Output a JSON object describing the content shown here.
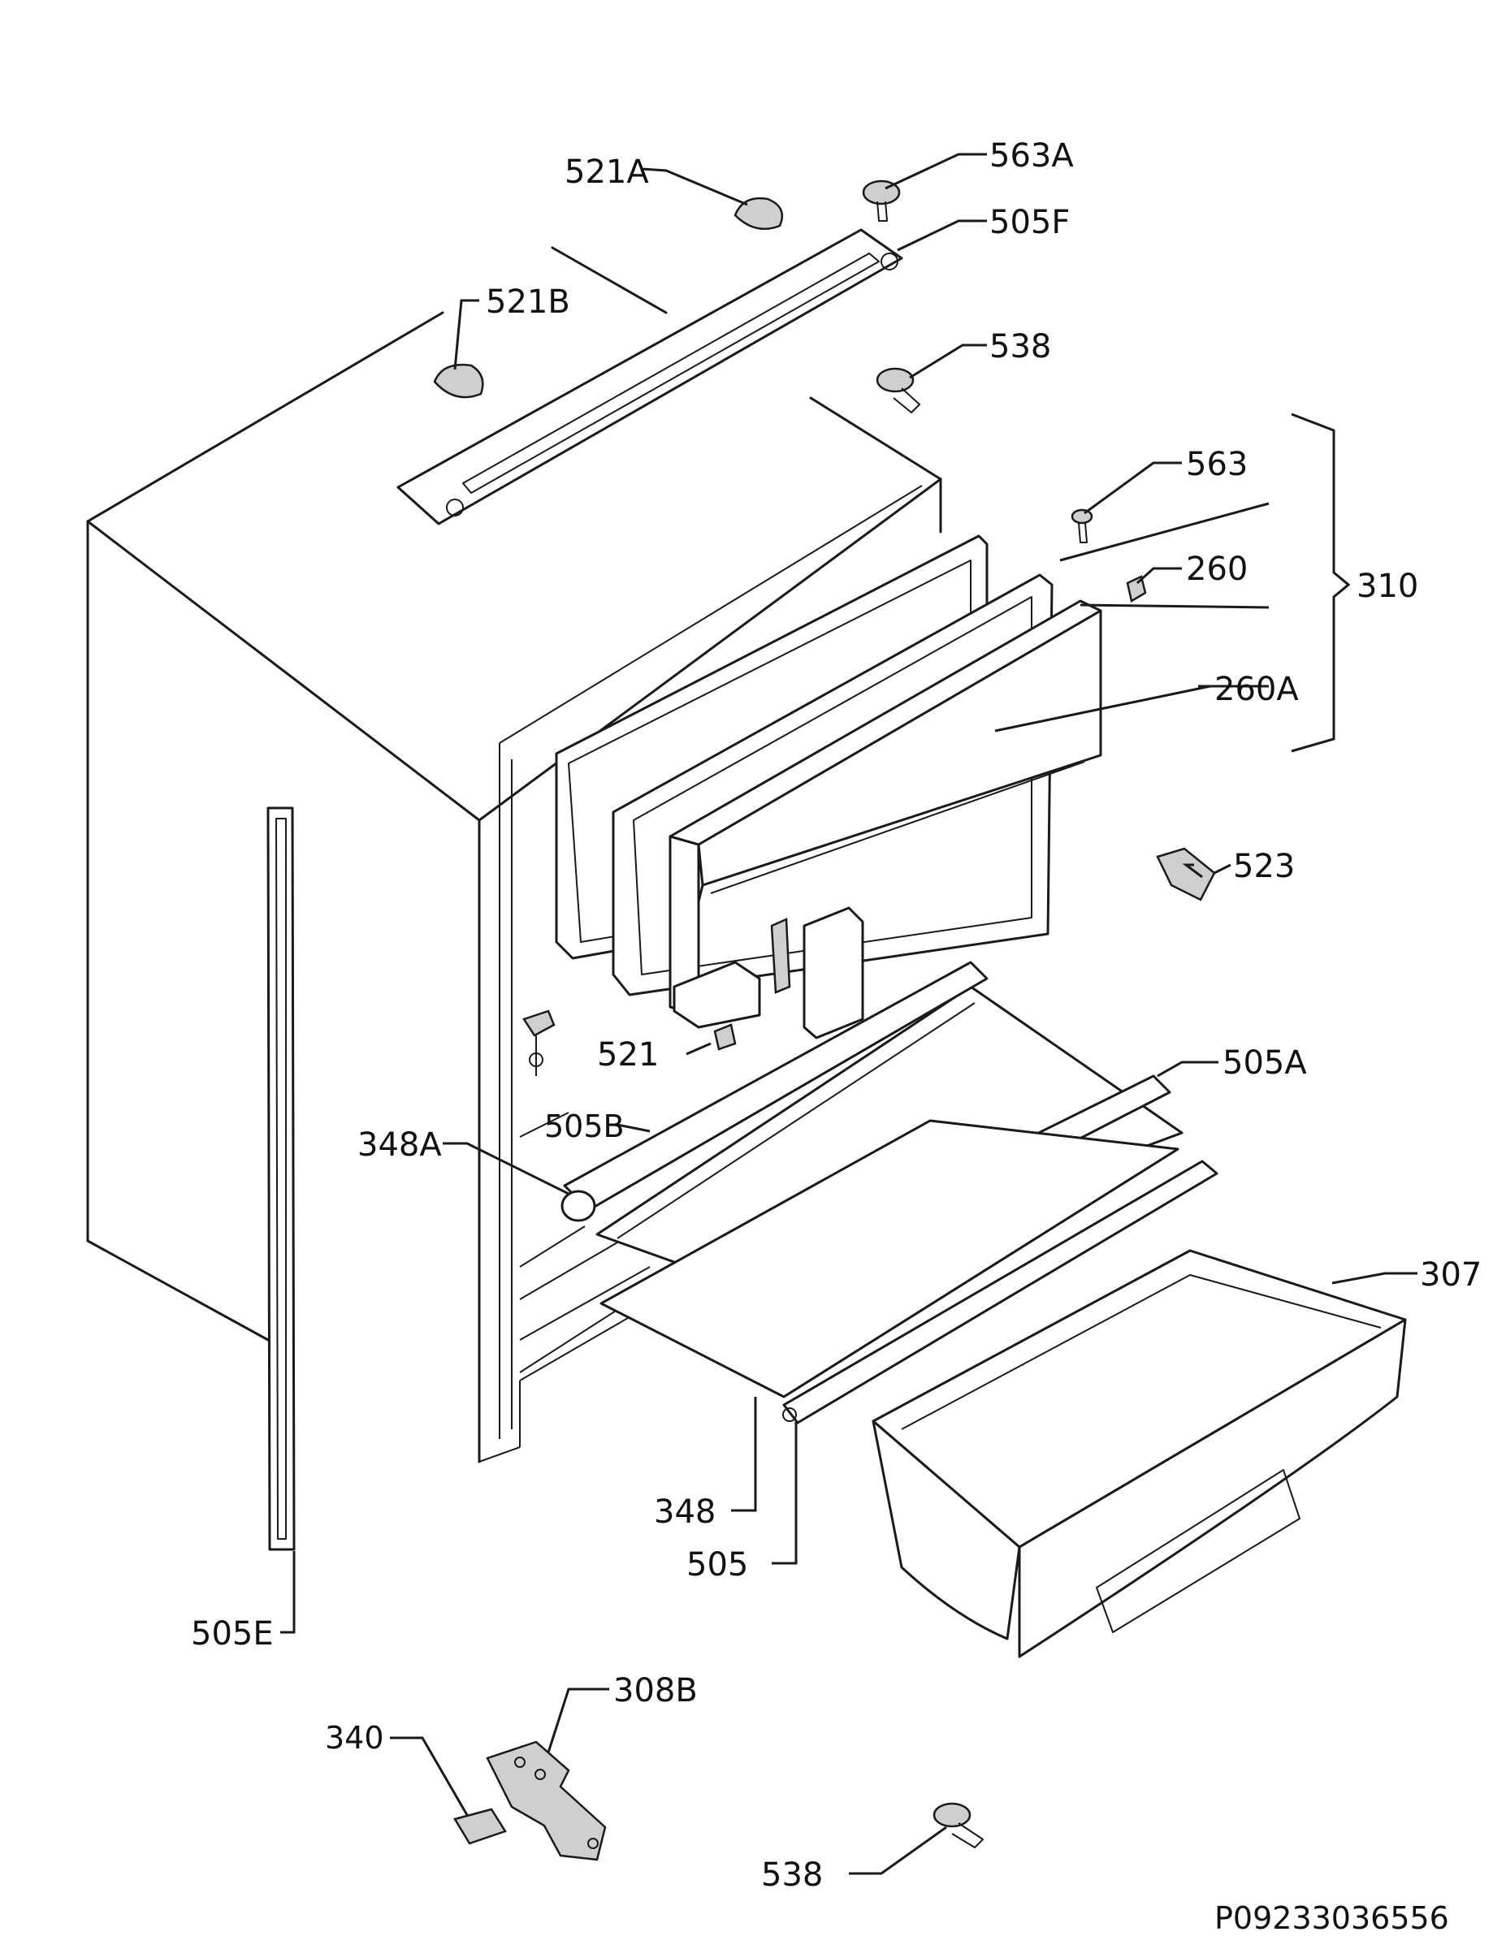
{
  "labels": {
    "p521A": "521A",
    "p563A": "563A",
    "p505F": "505F",
    "p521B": "521B",
    "p538_top": "538",
    "p563": "563",
    "p260": "260",
    "p310": "310",
    "p260A": "260A",
    "p523": "523",
    "p521": "521",
    "p505A": "505A",
    "p505B": "505B",
    "p348A": "348A",
    "p307": "307",
    "p348": "348",
    "p505": "505",
    "p505E": "505E",
    "p308B": "308B",
    "p340": "340",
    "p538_bottom": "538"
  },
  "drawing_code": "P09233036556"
}
